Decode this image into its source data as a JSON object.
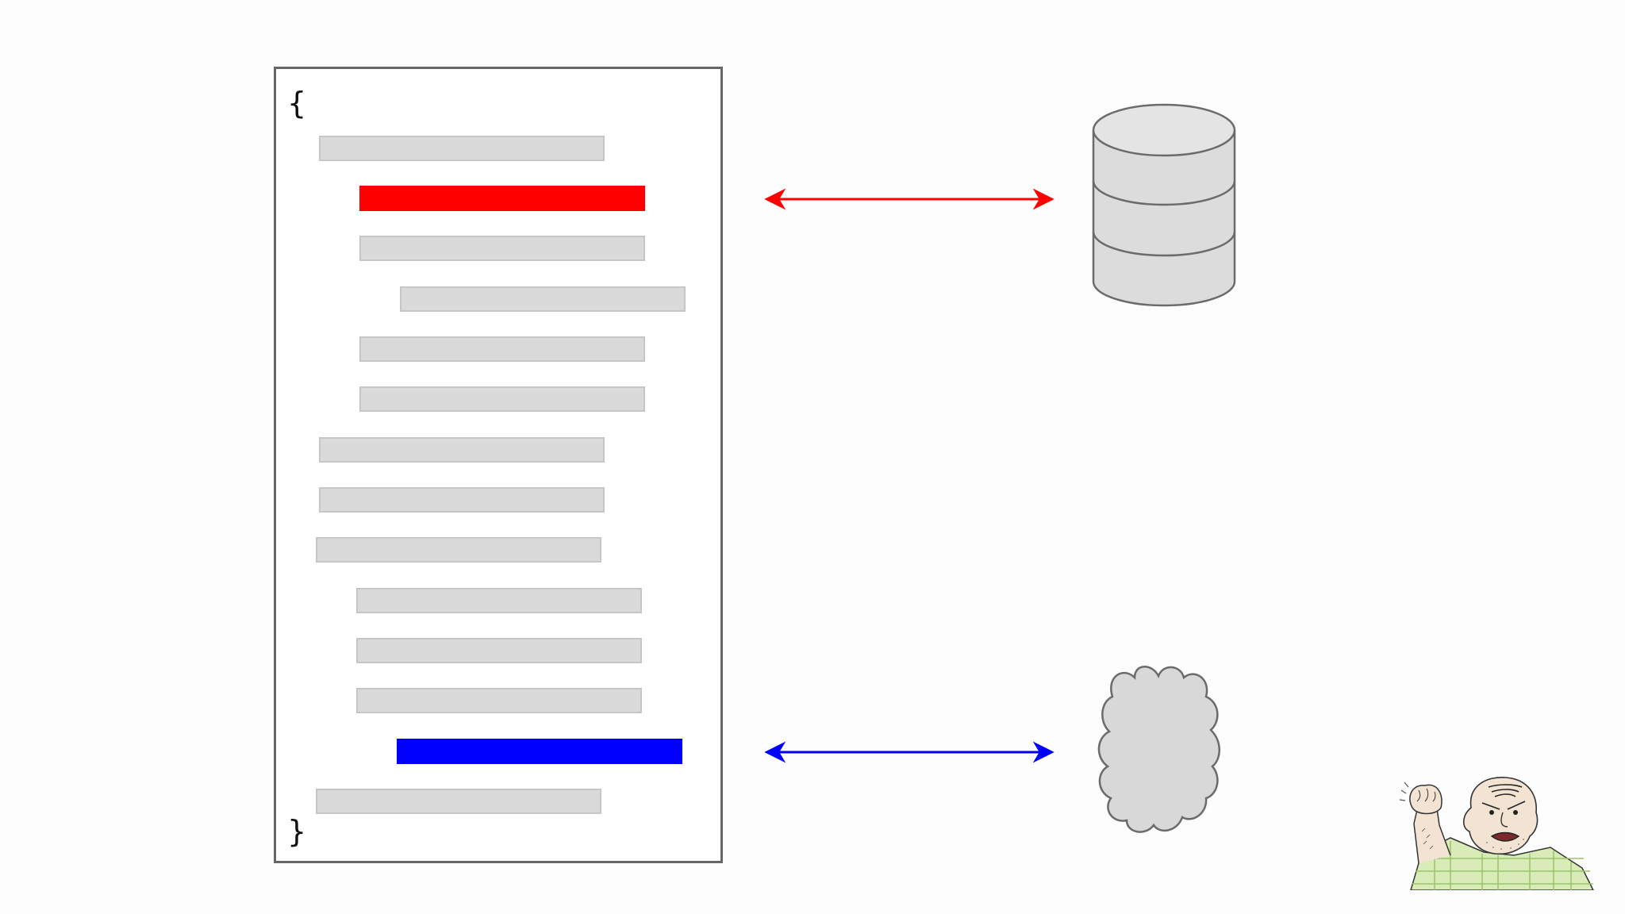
{
  "code_block": {
    "open_brace": "{",
    "close_brace": "}",
    "lines": [
      {
        "indent": 0,
        "state": "normal"
      },
      {
        "indent": 1,
        "state": "db-call"
      },
      {
        "indent": 1,
        "state": "normal"
      },
      {
        "indent": 2,
        "state": "normal"
      },
      {
        "indent": 1,
        "state": "normal"
      },
      {
        "indent": 1,
        "state": "normal"
      },
      {
        "indent": 0,
        "state": "normal"
      },
      {
        "indent": 0,
        "state": "normal"
      },
      {
        "indent": 0,
        "state": "normal"
      },
      {
        "indent": 1,
        "state": "normal"
      },
      {
        "indent": 1,
        "state": "normal"
      },
      {
        "indent": 1,
        "state": "normal"
      },
      {
        "indent": 2,
        "state": "network-call"
      },
      {
        "indent": 0,
        "state": "normal"
      }
    ]
  },
  "targets": {
    "database": {
      "icon": "database-icon"
    },
    "network": {
      "icon": "cloud-icon"
    }
  },
  "colors": {
    "line_fill": "#dadada",
    "line_border": "#c6c6c6",
    "db_call": "#ff0000",
    "network_call": "#0000ff",
    "shape_fill": "#dcdcdc",
    "shape_stroke": "#6b6b6b"
  }
}
